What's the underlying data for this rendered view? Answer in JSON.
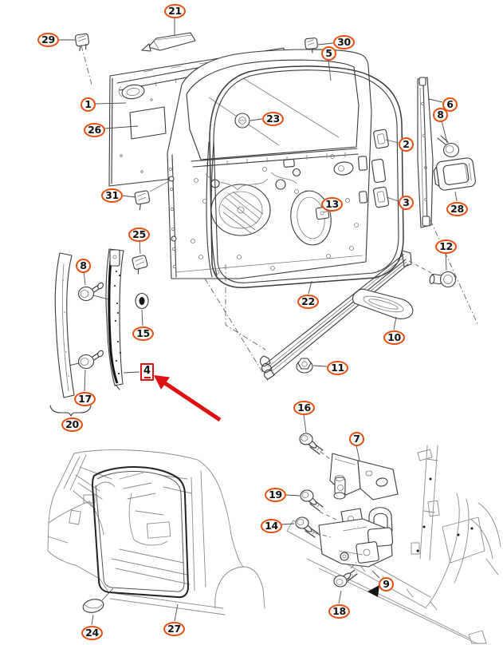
{
  "diagram": {
    "kind": "exploded-parts-diagram",
    "subject": "Front door panel, weatherstrips, glass channels and hinges",
    "background_color": "#ffffff",
    "line_color": "#3a3a3a",
    "callout_ring_color": "#e8500f",
    "callout_text_color": "#111111",
    "highlight_color": "#dd1111"
  },
  "callouts": [
    {
      "label": "29"
    },
    {
      "label": "21"
    },
    {
      "label": "1"
    },
    {
      "label": "26"
    },
    {
      "label": "31"
    },
    {
      "label": "30"
    },
    {
      "label": "5"
    },
    {
      "label": "23"
    },
    {
      "label": "2"
    },
    {
      "label": "6"
    },
    {
      "label": "8"
    },
    {
      "label": "3"
    },
    {
      "label": "28"
    },
    {
      "label": "13"
    },
    {
      "label": "25"
    },
    {
      "label": "8"
    },
    {
      "label": "15"
    },
    {
      "label": "4",
      "highlighted": true
    },
    {
      "label": "17"
    },
    {
      "label": "20"
    },
    {
      "label": "12"
    },
    {
      "label": "22"
    },
    {
      "label": "10"
    },
    {
      "label": "11"
    },
    {
      "label": "16"
    },
    {
      "label": "24"
    },
    {
      "label": "27"
    },
    {
      "label": "7"
    },
    {
      "label": "19"
    },
    {
      "label": "14"
    },
    {
      "label": "9"
    },
    {
      "label": "18"
    }
  ],
  "highlight": {
    "label": "4",
    "marker": "red-box",
    "arrow_pointing_to_label": "4"
  }
}
